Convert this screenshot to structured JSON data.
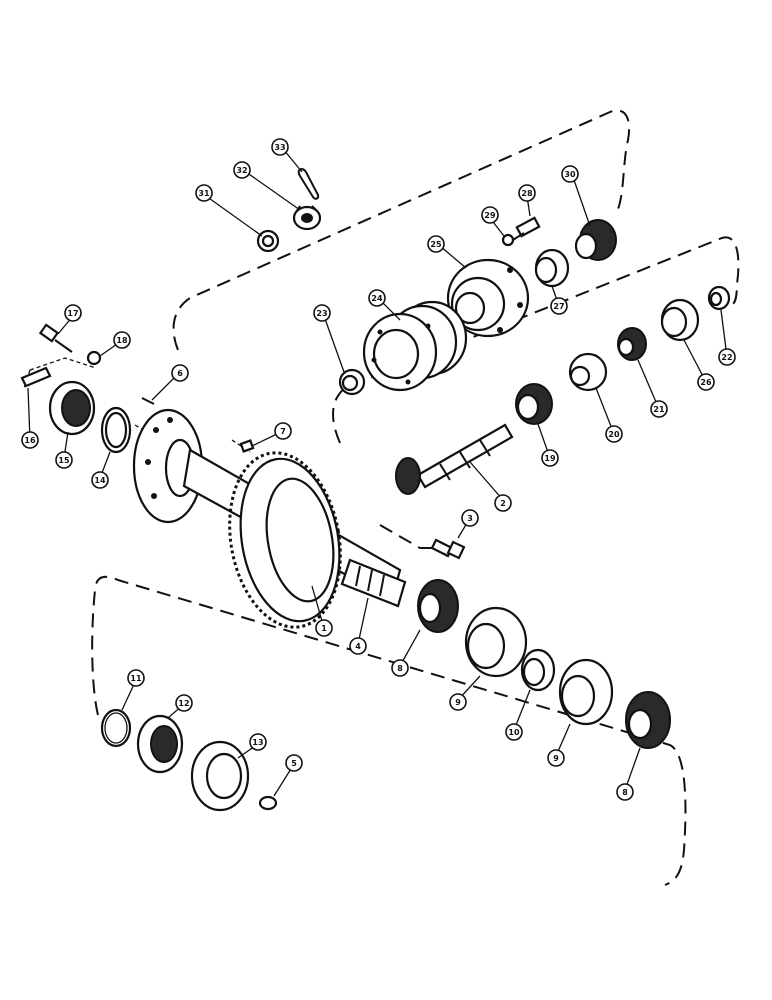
{
  "callouts": [
    {
      "id": "c33",
      "label": "33"
    },
    {
      "id": "c32",
      "label": "32"
    },
    {
      "id": "c31",
      "label": "31"
    },
    {
      "id": "c30",
      "label": "30"
    },
    {
      "id": "c28",
      "label": "28"
    },
    {
      "id": "c29",
      "label": "29"
    },
    {
      "id": "c25",
      "label": "25"
    },
    {
      "id": "c27",
      "label": "27"
    },
    {
      "id": "c24",
      "label": "24"
    },
    {
      "id": "c23",
      "label": "23"
    },
    {
      "id": "c26",
      "label": "26"
    },
    {
      "id": "c22",
      "label": "22"
    },
    {
      "id": "c21",
      "label": "21"
    },
    {
      "id": "c20",
      "label": "20"
    },
    {
      "id": "c19",
      "label": "19"
    },
    {
      "id": "c17",
      "label": "17"
    },
    {
      "id": "c18",
      "label": "18"
    },
    {
      "id": "c16",
      "label": "16"
    },
    {
      "id": "c15",
      "label": "15"
    },
    {
      "id": "c14",
      "label": "14"
    },
    {
      "id": "c6",
      "label": "6"
    },
    {
      "id": "c7",
      "label": "7"
    },
    {
      "id": "c2",
      "label": "2"
    },
    {
      "id": "c3",
      "label": "3"
    },
    {
      "id": "c1",
      "label": "1"
    },
    {
      "id": "c4",
      "label": "4"
    },
    {
      "id": "c8a",
      "label": "8"
    },
    {
      "id": "c9a",
      "label": "9"
    },
    {
      "id": "c10",
      "label": "10"
    },
    {
      "id": "c9b",
      "label": "9"
    },
    {
      "id": "c8b",
      "label": "8"
    },
    {
      "id": "c11",
      "label": "11"
    },
    {
      "id": "c12",
      "label": "12"
    },
    {
      "id": "c13",
      "label": "13"
    },
    {
      "id": "c5",
      "label": "5"
    }
  ]
}
